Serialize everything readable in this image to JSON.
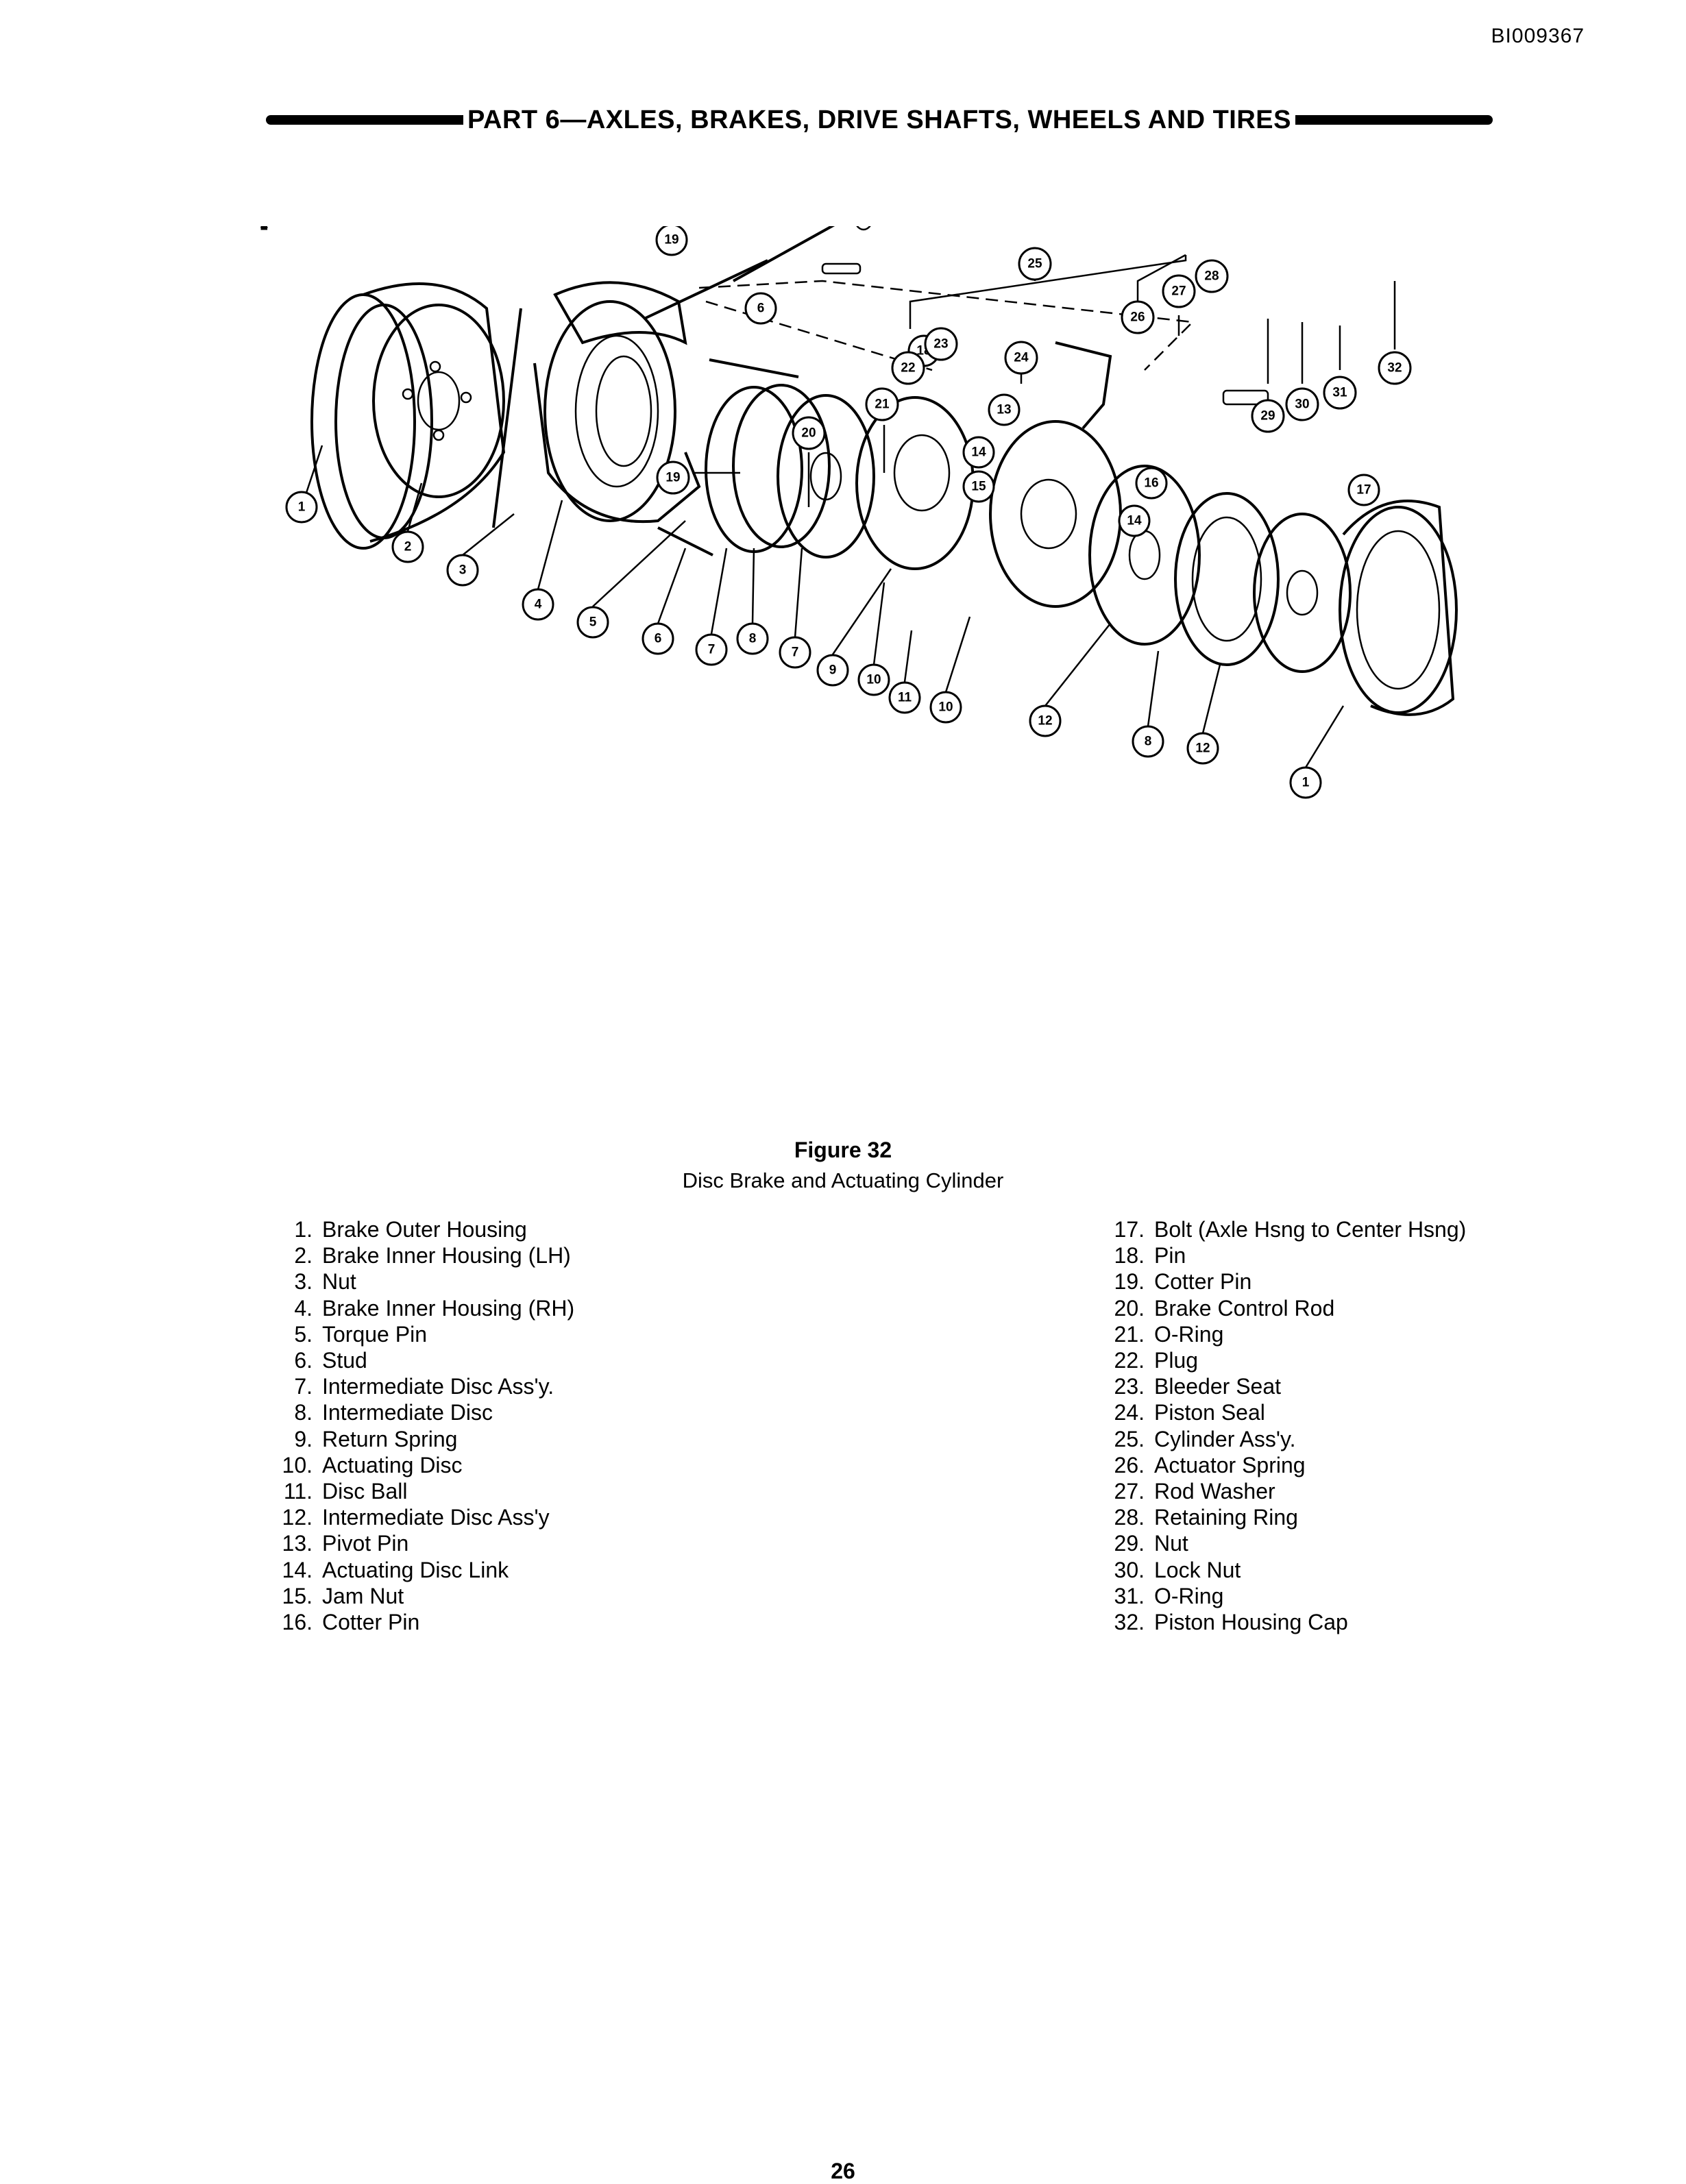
{
  "document_id": "BI009367",
  "header": {
    "title": "PART 6—AXLES, BRAKES, DRIVE SHAFTS, WHEELS AND TIRES"
  },
  "figure": {
    "number": "Figure 32",
    "caption": "Disc Brake and Actuating Cylinder",
    "callouts": [
      "1",
      "2",
      "3",
      "4",
      "5",
      "6",
      "6",
      "7",
      "7",
      "8",
      "8",
      "9",
      "10",
      "10",
      "11",
      "12",
      "12",
      "13",
      "14",
      "14",
      "15",
      "16",
      "17",
      "18",
      "19",
      "20",
      "21",
      "22",
      "23",
      "24",
      "25",
      "26",
      "27",
      "28",
      "29",
      "30",
      "31",
      "32",
      "1"
    ]
  },
  "legend_left": [
    {
      "num": "1.",
      "label": "Brake Outer Housing"
    },
    {
      "num": "2.",
      "label": "Brake Inner Housing (LH)"
    },
    {
      "num": "3.",
      "label": "Nut"
    },
    {
      "num": "4.",
      "label": "Brake Inner Housing (RH)"
    },
    {
      "num": "5.",
      "label": "Torque Pin"
    },
    {
      "num": "6.",
      "label": "Stud"
    },
    {
      "num": "7.",
      "label": "Intermediate Disc Ass'y."
    },
    {
      "num": "8.",
      "label": "Intermediate Disc"
    },
    {
      "num": "9.",
      "label": "Return Spring"
    },
    {
      "num": "10.",
      "label": "Actuating Disc"
    },
    {
      "num": "11.",
      "label": "Disc Ball"
    },
    {
      "num": "12.",
      "label": "Intermediate Disc Ass'y"
    },
    {
      "num": "13.",
      "label": "Pivot Pin"
    },
    {
      "num": "14.",
      "label": "Actuating Disc Link"
    },
    {
      "num": "15.",
      "label": "Jam Nut"
    },
    {
      "num": "16.",
      "label": "Cotter Pin"
    }
  ],
  "legend_right": [
    {
      "num": "17.",
      "label": "Bolt (Axle Hsng to Center Hsng)"
    },
    {
      "num": "18.",
      "label": "Pin"
    },
    {
      "num": "19.",
      "label": "Cotter Pin"
    },
    {
      "num": "20.",
      "label": "Brake Control Rod"
    },
    {
      "num": "21.",
      "label": "O-Ring"
    },
    {
      "num": "22.",
      "label": "Plug"
    },
    {
      "num": "23.",
      "label": "Bleeder Seat"
    },
    {
      "num": "24.",
      "label": "Piston Seal"
    },
    {
      "num": "25.",
      "label": "Cylinder Ass'y."
    },
    {
      "num": "26.",
      "label": "Actuator Spring"
    },
    {
      "num": "27.",
      "label": "Rod Washer"
    },
    {
      "num": "28.",
      "label": "Retaining Ring"
    },
    {
      "num": "29.",
      "label": "Nut"
    },
    {
      "num": "30.",
      "label": "Lock Nut"
    },
    {
      "num": "31.",
      "label": "O-Ring"
    },
    {
      "num": "32.",
      "label": "Piston Housing Cap"
    }
  ],
  "page_number": "26"
}
